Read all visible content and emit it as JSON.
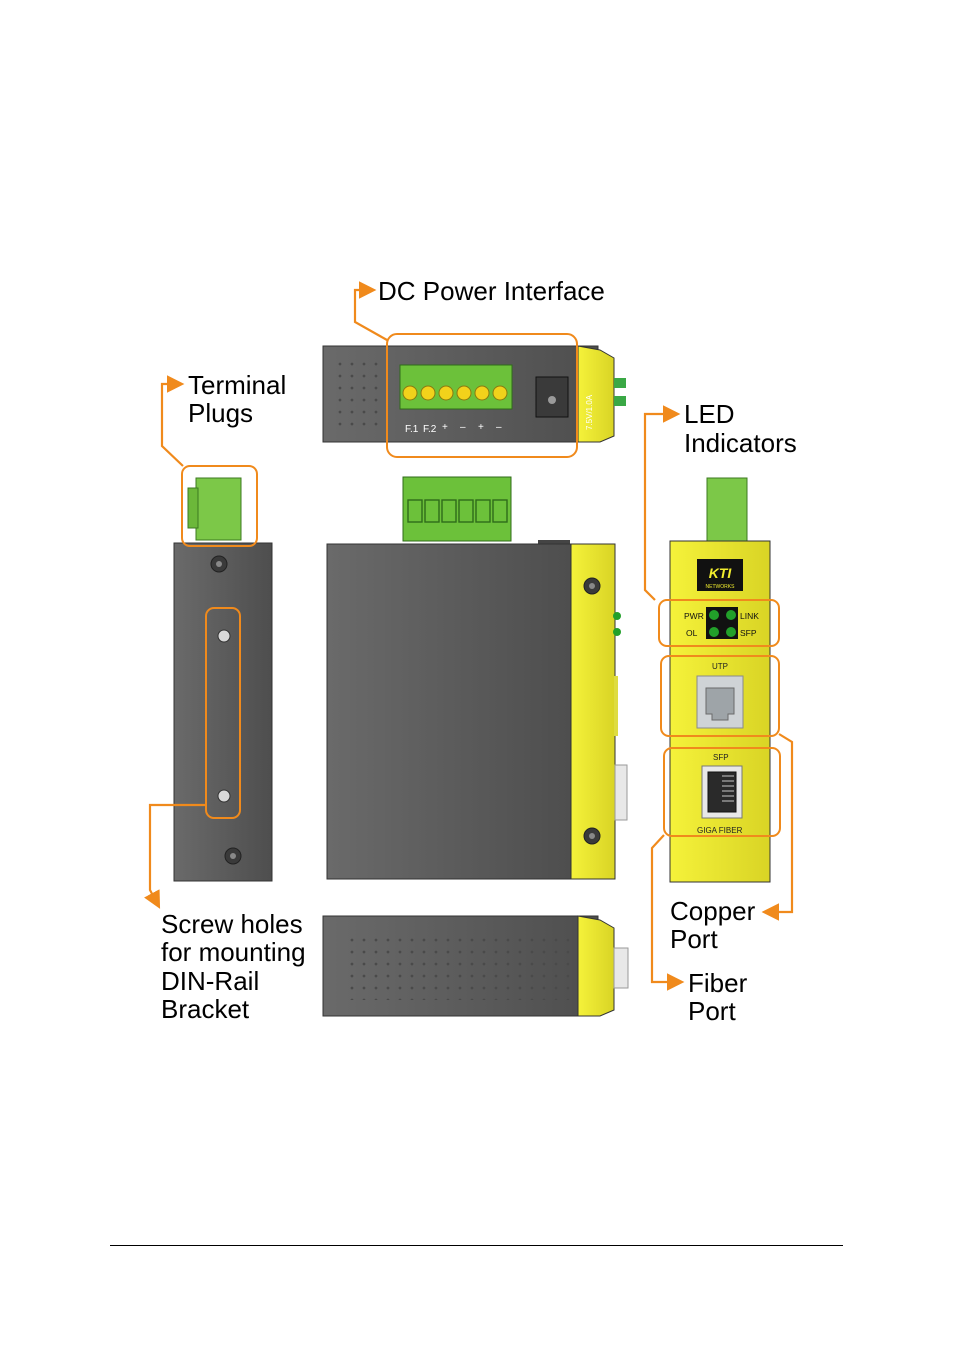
{
  "callouts": {
    "dc_power": "DC Power Interface",
    "terminal_line1": "Terminal",
    "terminal_line2": "Plugs",
    "led_line1": "LED",
    "led_line2": "Indicators",
    "screw_line1": "Screw holes",
    "screw_line2": "for mounting",
    "screw_line3": "DIN-Rail",
    "screw_line4": "Bracket",
    "copper_line1": "Copper",
    "copper_line2": "Port",
    "fiber_line1": "Fiber",
    "fiber_line2": "Port"
  },
  "panel_labels": {
    "led_pwr": "PWR",
    "led_link": "LINK",
    "led_ol": "OL",
    "led_sfp": "SFP",
    "utp": "UTP",
    "sfp": "SFP",
    "giga_fiber": "GIGA FIBER",
    "brand": "KTI",
    "brand_sub": "NETWORKS"
  },
  "colors": {
    "accent_orange": "#f08a1c",
    "housing_gray": "#5e5e5e",
    "panel_yellow": "#f2ee2e",
    "terminal_green": "#6cc13a",
    "led_green": "#22a02a"
  }
}
